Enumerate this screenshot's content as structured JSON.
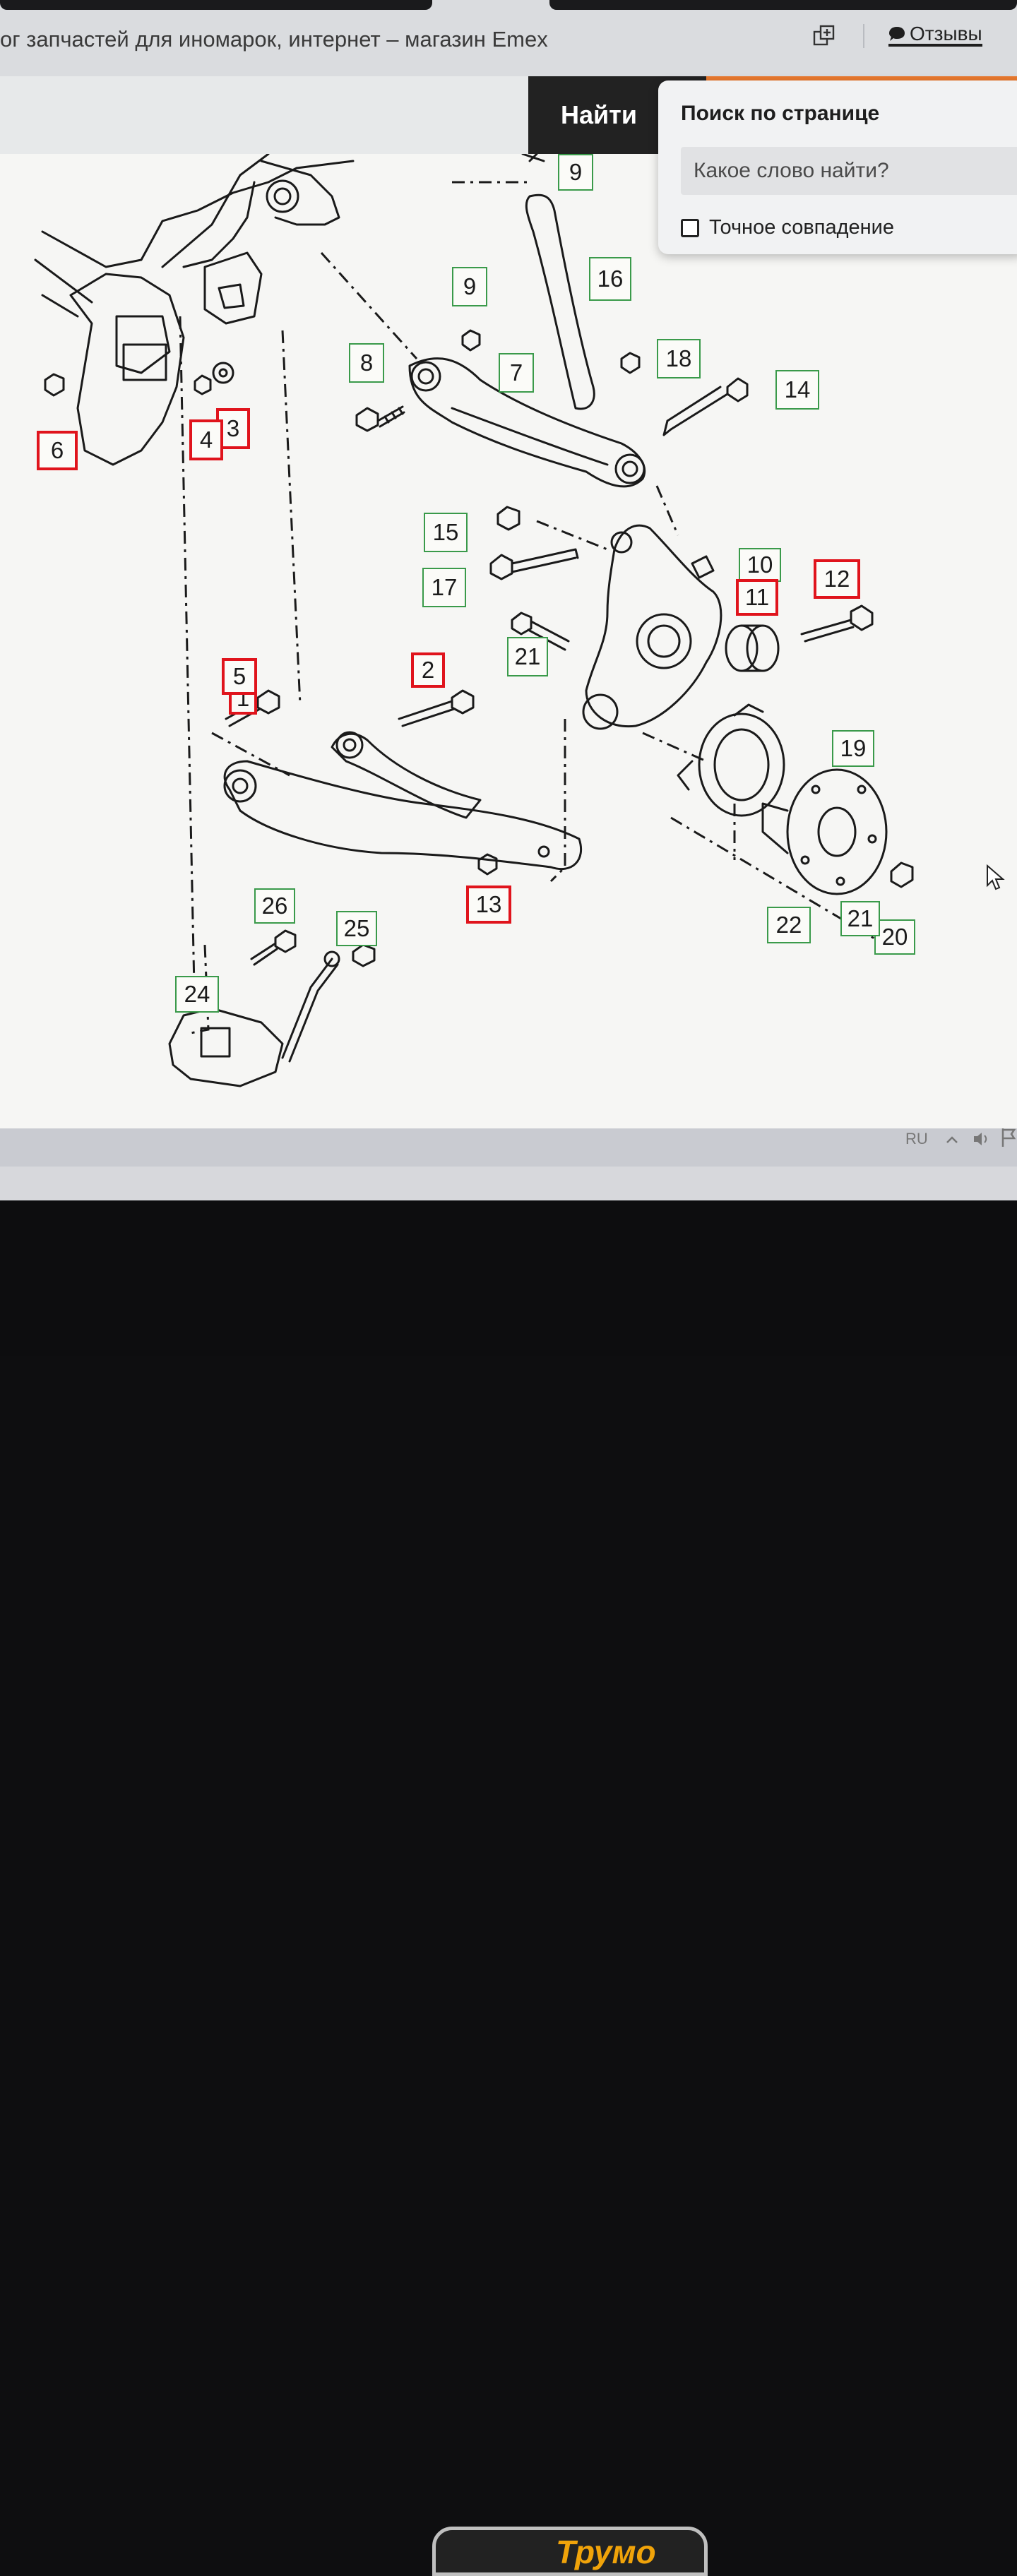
{
  "browser": {
    "page_title": "ог запчастей для иномарок, интернет – магазин Emex",
    "feedback_label": "Отзывы"
  },
  "site_header": {
    "search_button_label": "Найти"
  },
  "find_on_page": {
    "title": "Поиск по странице",
    "input_placeholder": "Какое слово найти?",
    "exact_match_label": "Точное совпадение",
    "exact_match_checked": false
  },
  "diagram": {
    "callouts": [
      {
        "id": "1",
        "highlighted": true
      },
      {
        "id": "2",
        "highlighted": true
      },
      {
        "id": "3",
        "highlighted": true
      },
      {
        "id": "4",
        "highlighted": true
      },
      {
        "id": "5",
        "highlighted": true
      },
      {
        "id": "6",
        "highlighted": true
      },
      {
        "id": "7",
        "highlighted": false
      },
      {
        "id": "8",
        "highlighted": false
      },
      {
        "id": "9",
        "highlighted": false
      },
      {
        "id": "9",
        "highlighted": false
      },
      {
        "id": "10",
        "highlighted": false
      },
      {
        "id": "11",
        "highlighted": true
      },
      {
        "id": "12",
        "highlighted": true
      },
      {
        "id": "13",
        "highlighted": true
      },
      {
        "id": "14",
        "highlighted": false
      },
      {
        "id": "15",
        "highlighted": false
      },
      {
        "id": "16",
        "highlighted": false
      },
      {
        "id": "17",
        "highlighted": false
      },
      {
        "id": "18",
        "highlighted": false
      },
      {
        "id": "19",
        "highlighted": false
      },
      {
        "id": "20",
        "highlighted": false
      },
      {
        "id": "21",
        "highlighted": false
      },
      {
        "id": "21",
        "highlighted": false
      },
      {
        "id": "22",
        "highlighted": false
      },
      {
        "id": "24",
        "highlighted": false
      },
      {
        "id": "25",
        "highlighted": false
      },
      {
        "id": "26",
        "highlighted": false
      }
    ]
  },
  "taskbar": {
    "language": "RU"
  },
  "monitor": {
    "brand_partial": "Трумо"
  }
}
